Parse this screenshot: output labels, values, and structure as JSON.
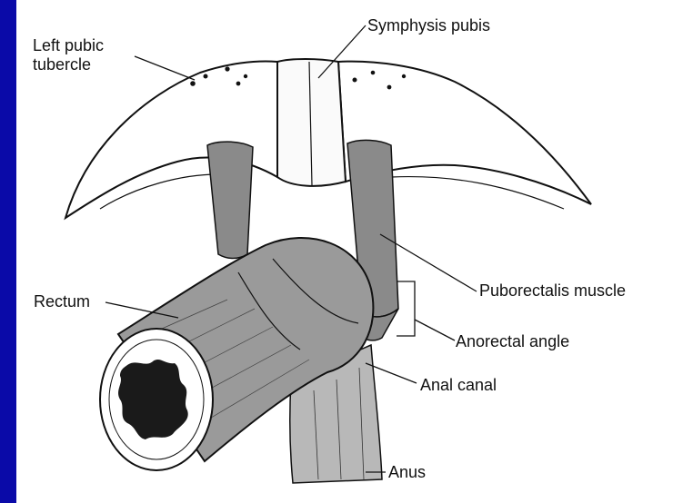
{
  "labels": {
    "left_pubic_tubercle": {
      "line1": "Left pubic",
      "line2": "tubercle"
    },
    "symphysis_pubis": "Symphysis pubis",
    "rectum": "Rectum",
    "puborectalis_muscle": "Puborectalis muscle",
    "anorectal_angle": "Anorectal angle",
    "anal_canal": "Anal canal",
    "anus": "Anus"
  },
  "colors": {
    "frame": "#0a0aa8",
    "background": "#ffffff",
    "ink": "#111111",
    "muscle": "#8a8a8a",
    "lumen": "#1a1a1a"
  }
}
